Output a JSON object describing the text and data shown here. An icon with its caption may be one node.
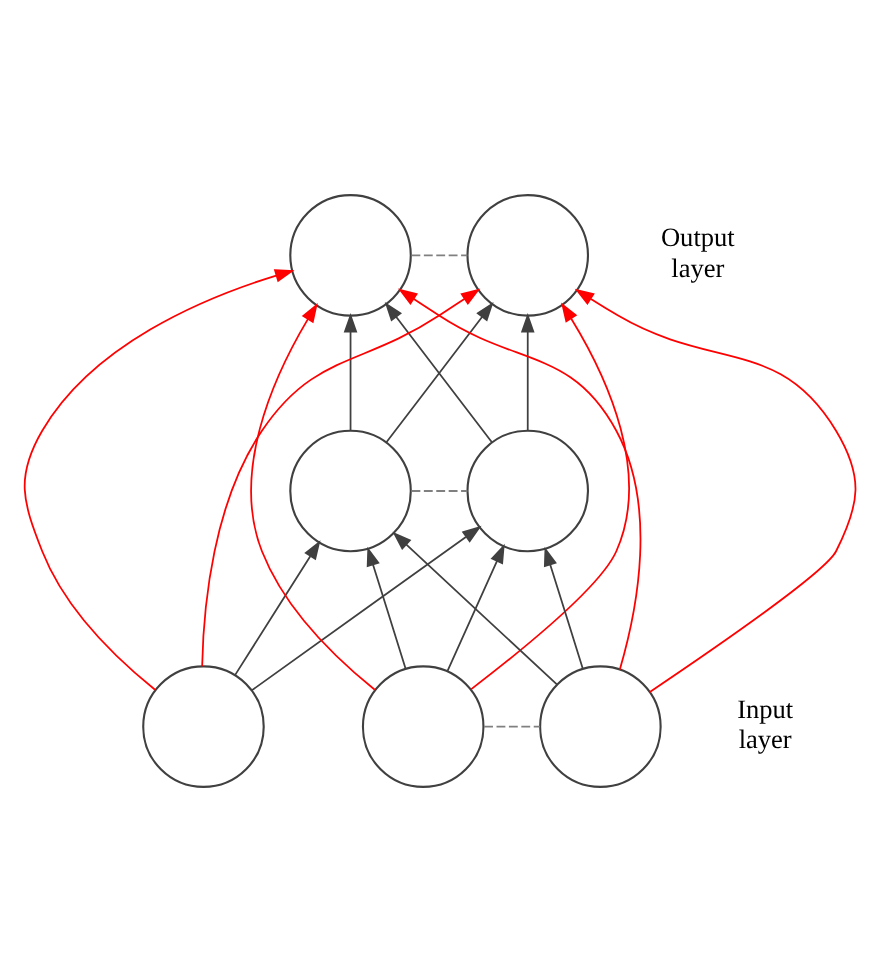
{
  "diagram": {
    "nodes": [
      {
        "text": [],
        "shape": "circle"
      },
      {
        "text": [],
        "shape": "circle"
      },
      {
        "text": [],
        "shape": "circle"
      },
      {
        "text": [],
        "shape": "circle"
      },
      {
        "text": [],
        "shape": "circle"
      },
      {
        "text": [],
        "shape": "circle"
      },
      {
        "text": [],
        "shape": "circle"
      }
    ],
    "edges": [
      {
        "from": 0,
        "to": 1,
        "arrow": "none",
        "style": "dashed",
        "color": "#808080"
      },
      {
        "from": 2,
        "to": 3,
        "arrow": "none",
        "style": "dashed",
        "color": "#808080"
      },
      {
        "from": 5,
        "to": 6,
        "arrow": "none",
        "style": "dashed",
        "color": "#808080"
      },
      {
        "from": 4,
        "to": 0,
        "arrow": "to",
        "color": "#ff0000"
      },
      {
        "from": 4,
        "to": 1,
        "arrow": "to",
        "color": "#ff0000"
      },
      {
        "from": 5,
        "to": 0,
        "arrow": "to",
        "color": "#ff0000"
      },
      {
        "from": 5,
        "to": 1,
        "arrow": "to",
        "color": "#ff0000"
      },
      {
        "from": 6,
        "to": 0,
        "arrow": "to",
        "color": "#ff0000"
      },
      {
        "from": 6,
        "to": 1,
        "arrow": "to",
        "color": "#ff0000"
      },
      {
        "from": 4,
        "to": 2,
        "arrow": "to"
      },
      {
        "from": 4,
        "to": 3,
        "arrow": "to"
      },
      {
        "from": 5,
        "to": 2,
        "arrow": "to"
      },
      {
        "from": 5,
        "to": 3,
        "arrow": "to"
      },
      {
        "from": 6,
        "to": 2,
        "arrow": "to"
      },
      {
        "from": 6,
        "to": 3,
        "arrow": "to"
      },
      {
        "from": 2,
        "to": 0,
        "arrow": "to"
      },
      {
        "from": 2,
        "to": 1,
        "arrow": "to"
      },
      {
        "from": 3,
        "to": 0,
        "arrow": "to"
      },
      {
        "from": 3,
        "to": 1,
        "arrow": "to"
      }
    ],
    "labels": [
      "Output layer",
      "Input layer"
    ]
  }
}
